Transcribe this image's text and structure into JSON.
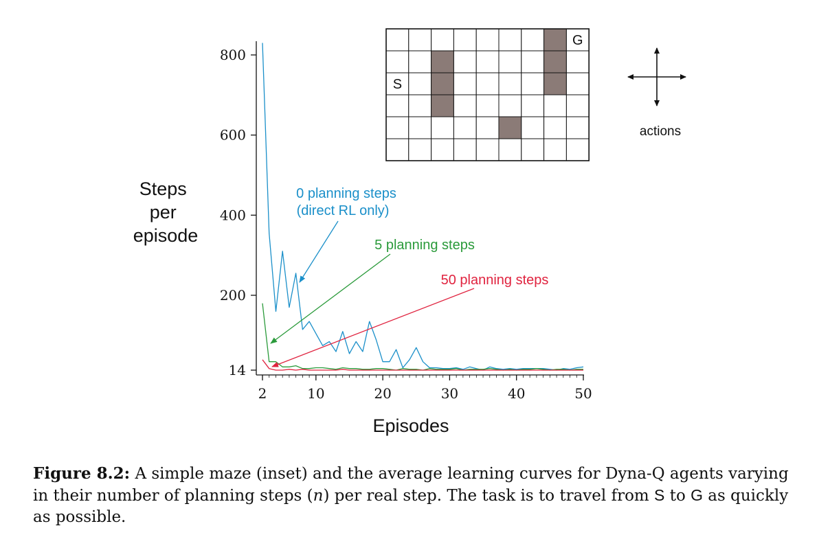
{
  "chart_data": {
    "type": "line",
    "xlabel": "Episodes",
    "ylabel": [
      "Steps",
      "per",
      "episode"
    ],
    "x_ticks": [
      2,
      10,
      20,
      30,
      40,
      50
    ],
    "y_ticks": [
      14,
      200,
      400,
      600,
      800
    ],
    "xlim": [
      2,
      50
    ],
    "ylim": [
      14,
      830
    ],
    "grid": false,
    "legend": "inline annotations with arrows",
    "x": [
      2,
      3,
      4,
      5,
      6,
      7,
      8,
      9,
      10,
      11,
      12,
      13,
      14,
      15,
      16,
      17,
      18,
      19,
      20,
      21,
      22,
      23,
      24,
      25,
      26,
      27,
      28,
      29,
      30,
      31,
      32,
      33,
      34,
      35,
      36,
      37,
      38,
      39,
      40,
      41,
      42,
      43,
      44,
      45,
      46,
      47,
      48,
      49,
      50
    ],
    "series": [
      {
        "name": "0 planning steps",
        "sublabel": "(direct RL only)",
        "color": "#1a8fc9",
        "values": [
          830,
          355,
          160,
          310,
          170,
          255,
          115,
          135,
          105,
          75,
          85,
          60,
          110,
          55,
          85,
          60,
          135,
          90,
          35,
          35,
          65,
          20,
          40,
          70,
          35,
          20,
          20,
          18,
          18,
          20,
          16,
          22,
          18,
          14,
          22,
          18,
          16,
          18,
          16,
          18,
          18,
          18,
          18,
          16,
          14,
          18,
          16,
          20,
          22
        ]
      },
      {
        "name": "5 planning steps",
        "color": "#2a9a3a",
        "values": [
          180,
          35,
          35,
          22,
          22,
          25,
          18,
          18,
          20,
          20,
          18,
          16,
          20,
          18,
          18,
          16,
          16,
          18,
          18,
          16,
          14,
          18,
          16,
          16,
          14,
          18,
          16,
          16,
          16,
          18,
          14,
          16,
          16,
          16,
          18,
          16,
          14,
          16,
          14,
          16,
          16,
          18,
          16,
          14,
          16,
          16,
          14,
          16,
          16
        ]
      },
      {
        "name": "50 planning steps",
        "color": "#e0233f",
        "values": [
          40,
          18,
          14,
          14,
          16,
          14,
          16,
          14,
          14,
          14,
          14,
          14,
          16,
          14,
          14,
          14,
          14,
          14,
          14,
          14,
          14,
          14,
          14,
          14,
          14,
          14,
          14,
          14,
          14,
          14,
          14,
          14,
          14,
          14,
          14,
          14,
          14,
          14,
          14,
          14,
          14,
          14,
          14,
          14,
          14,
          14,
          14,
          14,
          14
        ]
      }
    ]
  },
  "maze": {
    "cols": 9,
    "rows": 6,
    "start_label": "S",
    "goal_label": "G",
    "start": [
      0,
      2
    ],
    "goal": [
      8,
      0
    ],
    "walls": [
      [
        2,
        1
      ],
      [
        2,
        2
      ],
      [
        2,
        3
      ],
      [
        7,
        0
      ],
      [
        7,
        1
      ],
      [
        7,
        2
      ],
      [
        5,
        4
      ]
    ],
    "wall_color": "#8b7b77"
  },
  "actions_label": "actions",
  "caption": {
    "fig_label": "Figure 8.2:",
    "text_1": " A simple maze (inset) and the average learning curves for Dyna-Q agents varying in their number of planning steps (",
    "italic_n": "n",
    "text_2": ") per real step. The task is to travel from ",
    "s_symbol": "S",
    "text_3": " to ",
    "g_symbol": "G",
    "text_4": " as quickly as possible."
  }
}
